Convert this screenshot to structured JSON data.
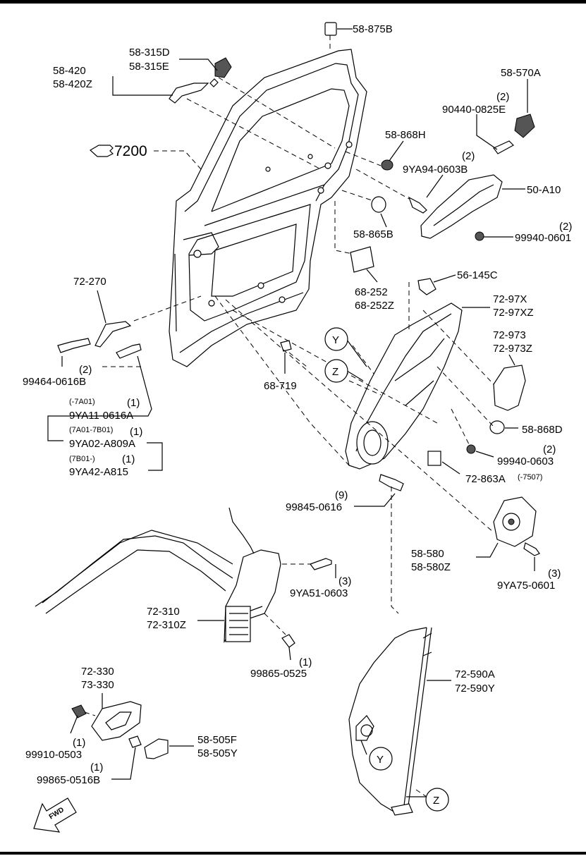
{
  "labels": {
    "p58_875B": "58-875B",
    "p58_315D": "58-315D",
    "p58_315E": "58-315E",
    "p58_420": "58-420",
    "p58_420Z": "58-420Z",
    "p58_570A": "58-570A",
    "qty_90440": "(2)",
    "p90440": "90440-0825E",
    "p58_868H": "58-868H",
    "qty_9YA94": "(2)",
    "p9YA94": "9YA94-0603B",
    "p7200": "7200",
    "p50_A10": "50-A10",
    "p58_865B": "58-865B",
    "qty_99940a": "(2)",
    "p99940a": "99940-0601",
    "p56_145C": "56-145C",
    "p68_252": "68-252",
    "p68_252Z": "68-252Z",
    "p72_97X": "72-97X",
    "p72_97XZ": "72-97XZ",
    "p72_270": "72-270",
    "p72_973": "72-973",
    "p72_973Z": "72-973Z",
    "callout_Y": "Y",
    "callout_Z": "Z",
    "p99464": "99464-0616B",
    "qty_99464": "(2)",
    "p68_719": "68-719",
    "note_7A01": "(-7A01)",
    "qty_9YA11": "(1)",
    "p9YA11": "9YA11-0616A",
    "note_7A01_7B01": "(7A01-7B01)",
    "qty_9YA02": "(1)",
    "p9YA02": "9YA02-A809A",
    "note_7B01": "(7B01-)",
    "qty_9YA42": "(1)",
    "p9YA42": "9YA42-A815",
    "p58_868D": "58-868D",
    "p99940b": "99940-0603",
    "qty_99940b": "(2)",
    "p72_863A": "72-863A",
    "note_7507": "(-7507)",
    "qty_99845": "(9)",
    "p99845": "99845-0616",
    "p58_580": "58-580",
    "p58_580Z": "58-580Z",
    "qty_9YA51": "(3)",
    "p9YA51": "9YA51-0603",
    "qty_9YA75": "(3)",
    "p9YA75": "9YA75-0601",
    "p72_310": "72-310",
    "p72_310Z": "72-310Z",
    "qty_99865a": "(1)",
    "p99865a": "99865-0525",
    "p72_330": "72-330",
    "p73_330": "73-330",
    "p72_590A": "72-590A",
    "p72_590Y": "72-590Y",
    "p58_505F": "58-505F",
    "p58_505Y": "58-505Y",
    "qty_99910": "(1)",
    "p99910": "99910-0503",
    "qty_99865b": "(1)",
    "p99865b": "99865-0516B",
    "callout_Y2": "Y",
    "callout_Z2": "Z",
    "fwd": "FWD"
  }
}
